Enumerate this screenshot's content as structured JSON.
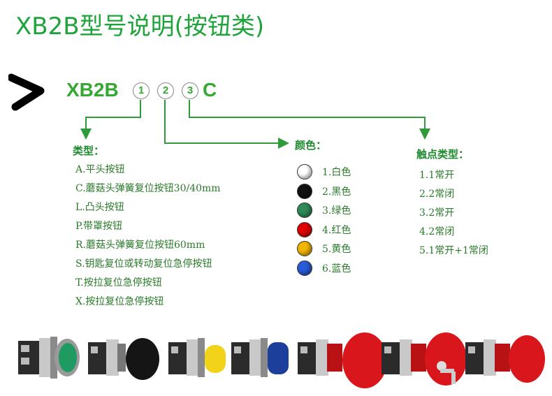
{
  "title": "XB2B型号说明(按钮类)",
  "code": {
    "prefix": "XB2B",
    "slots": [
      "1",
      "2",
      "3"
    ],
    "suffix": "C"
  },
  "type_section": {
    "heading": "类型：",
    "items": [
      "A.平头按钮",
      "C.蘑菇头弹簧复位按钮30/40mm",
      "L.凸头按钮",
      "P.带罩按钮",
      "R.蘑菇头弹簧复位按钮60mm",
      "S.钥匙复位或转动复位急停按钮",
      "T.按拉复位急停按钮",
      "X.按拉复位急停按钮"
    ]
  },
  "color_section": {
    "heading": "颜色：",
    "items": [
      {
        "label": "1.白色",
        "color": "#ffffff"
      },
      {
        "label": "2.黑色",
        "color": "#111111"
      },
      {
        "label": "3.绿色",
        "color": "#2e8b57"
      },
      {
        "label": "4.红色",
        "color": "#e00000"
      },
      {
        "label": "5.黄色",
        "color": "#f2b600"
      },
      {
        "label": "6.蓝色",
        "color": "#2a5bd7"
      }
    ]
  },
  "contact_section": {
    "heading": "触点类型：",
    "items": [
      "1.1常开",
      "2.2常闭",
      "3.2常开",
      "4.2常闭",
      "5.1常开+1常闭"
    ]
  },
  "products": [
    {
      "name": "flush-green",
      "cap_color": "#1f9a63"
    },
    {
      "name": "mushroom-black",
      "cap_color": "#151515"
    },
    {
      "name": "extended-yellow",
      "cap_color": "#f3d21a"
    },
    {
      "name": "booted-blue",
      "cap_color": "#1b3f9a"
    },
    {
      "name": "mushroom-red-large",
      "cap_color": "#d8161b"
    },
    {
      "name": "key-release-red",
      "cap_color": "#d8161b"
    },
    {
      "name": "push-pull-red",
      "cap_color": "#d8161b"
    }
  ],
  "colors": {
    "title_green": "#1ea43b",
    "heading_green": "#1e8a2e",
    "arrow_green": "#2e9a3a"
  }
}
